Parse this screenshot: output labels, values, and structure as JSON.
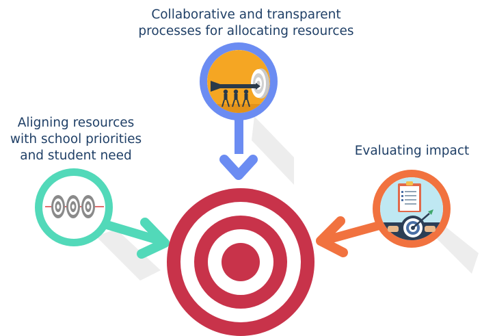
{
  "labels": {
    "top": [
      "Collaborative and transparent",
      "processes for allocating resources"
    ],
    "left": [
      "Aligning resources",
      "with school priorities",
      "and student need"
    ],
    "right": [
      "Evaluating impact"
    ]
  },
  "colors": {
    "target_red": "#c8334a",
    "blue": "#6b8cf2",
    "teal": "#52d9b9",
    "orange": "#f1723f",
    "text": "#1f3f66",
    "gold": "#f5a623"
  },
  "icons": {
    "top": "team-carrying-dart-icon",
    "left": "three-targets-icon",
    "right": "checklist-target-icon",
    "center": "bullseye-icon"
  }
}
